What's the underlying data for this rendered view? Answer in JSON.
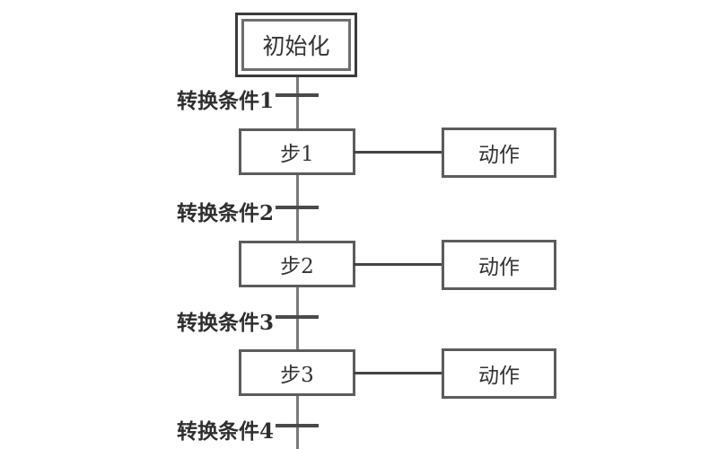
{
  "diagram": {
    "type": "sequential-function-chart",
    "background_color": "#ffffff",
    "line_color": "#7a7a7a",
    "border_color": "#5c5c5c",
    "text_color": "#333333",
    "initial_step": {
      "label": "初始化",
      "style": "double-border"
    },
    "steps": [
      {
        "label": "步1"
      },
      {
        "label": "步2"
      },
      {
        "label": "步3"
      }
    ],
    "actions": [
      {
        "label": "动作"
      },
      {
        "label": "动作"
      },
      {
        "label": "动作"
      }
    ],
    "transitions": [
      {
        "label": "转换条件1"
      },
      {
        "label": "转换条件2"
      },
      {
        "label": "转换条件3"
      },
      {
        "label": "转换条件4"
      }
    ]
  }
}
